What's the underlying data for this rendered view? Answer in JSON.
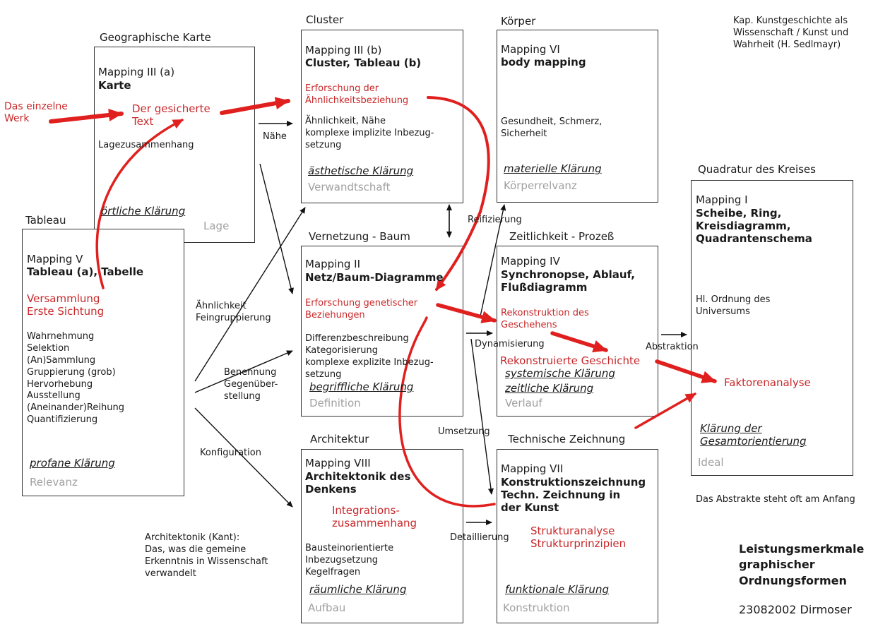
{
  "top_note": "Kap. Kunstgeschichte als\nWissenschaft / Kunst und\nWahrheit (H. Sedlmayr)",
  "geo": {
    "heading": "Geographische Karte",
    "mapping": "Mapping III (a)",
    "name": "Karte",
    "detail": "Lagezusammenhang",
    "klaerung": "örtliche Klärung",
    "gray": "Lage"
  },
  "werk": {
    "left": "Das einzelne\nWerk",
    "right": "Der  gesicherte\nText"
  },
  "tableau": {
    "heading": "Tableau",
    "mapping": "Mapping V",
    "name": "Tableau (a), Tabelle",
    "red": "Versammlung\nErste Sichtung",
    "detail": "Wahrnehmung\nSelektion\n(An)Sammlung\nGruppierung (grob)\nHervorhebung\nAusstellung\n(Aneinander)Reihung\nQuantifizierung",
    "klaerung": "profane Klärung",
    "gray": "Relevanz"
  },
  "cluster": {
    "heading": "Cluster",
    "mapping": "Mapping III (b)",
    "name": "Cluster, Tableau (b)",
    "red": "Erforschung der\nÄhnlichkeitsbeziehung",
    "detail": "Ähnlichkeit, Nähe\nkomplexe implizite Inbezug-\nsetzung",
    "klaerung": "ästhetische Klärung",
    "gray": "Verwandtschaft"
  },
  "koerper": {
    "heading": "Körper",
    "mapping": "Mapping VI",
    "name": "body mapping",
    "detail": "Gesundheit, Schmerz,\nSicherheit",
    "klaerung": "materielle Klärung",
    "gray": "Körperrelvanz"
  },
  "baum": {
    "heading": "Vernetzung - Baum",
    "mapping": "Mapping II",
    "name": "Netz/Baum-Diagramme",
    "red": "Erforschung genetischer\nBeziehungen",
    "detail": "Differenzbeschreibung\nKategorisierung\nkomplexe explizite Inbezug-\nsetzung",
    "klaerung": "begriffliche Klärung",
    "gray": "Definition"
  },
  "zeit": {
    "heading": "Zeitlichkeit - Prozeß",
    "mapping": "Mapping IV",
    "name": "Synchronopse, Ablauf,\nFlußdiagramm",
    "red": "Rekonstruktion des\nGeschehens",
    "red2": "Rekonstruierte Geschichte",
    "klaerung1": "systemische Klärung",
    "klaerung2": "zeitliche Klärung",
    "gray": "Verlauf"
  },
  "quadratur": {
    "heading": "Quadratur des Kreises",
    "mapping": "Mapping I",
    "name": "Scheibe, Ring,\nKreisdiagramm,\nQuadrantenschema",
    "detail": "Hl. Ordnung des\nUniversums",
    "red": "Faktorenanalyse",
    "klaerung": "Klärung der\nGesamtorientierung",
    "gray": "Ideal"
  },
  "arch": {
    "heading": "Architektur",
    "mapping": "Mapping VIII",
    "name": "Architektonik des\nDenkens",
    "red": "Integrations-\nzusammenhang",
    "detail": "Bausteinorientierte\nInbezugsetzung\nKegelfragen",
    "klaerung": "räumliche Klärung",
    "gray": "Aufbau"
  },
  "tech": {
    "heading": "Technische Zeichnung",
    "mapping": "Mapping VII",
    "name": "Konstruktionszeichnung\nTechn. Zeichnung in\nder Kunst",
    "red": "Strukturanalyse\nStrukturprinzipien",
    "klaerung": "funktionale Klärung",
    "gray": "Konstruktion"
  },
  "labels": {
    "naehe": "Nähe",
    "aehnlichkeit": "Ähnlichkeit\nFeingruppierung",
    "benennung": "Benennung\nGegenüber-\nstellung",
    "konfiguration": "Konfiguration",
    "reifizierung": "Reifizierung",
    "dynamisierung": "Dynamisierung",
    "abstraktion": "Abstraktion",
    "umsetzung": "Umsetzung",
    "detaillierung": "Detaillierung"
  },
  "kant": "Architektonik (Kant):\nDas,  was die gemeine\nErkenntnis in Wissenschaft\nverwandelt",
  "abstrakte": "Das Abstrakte steht oft am Anfang",
  "footer": {
    "title": "Leistungsmerkmale\ngraphischer\nOrdnungsformen",
    "date": "23082002 Dirmoser"
  },
  "colors": {
    "accent_red": "#c8282a",
    "gray_text": "#a0a0a0"
  }
}
